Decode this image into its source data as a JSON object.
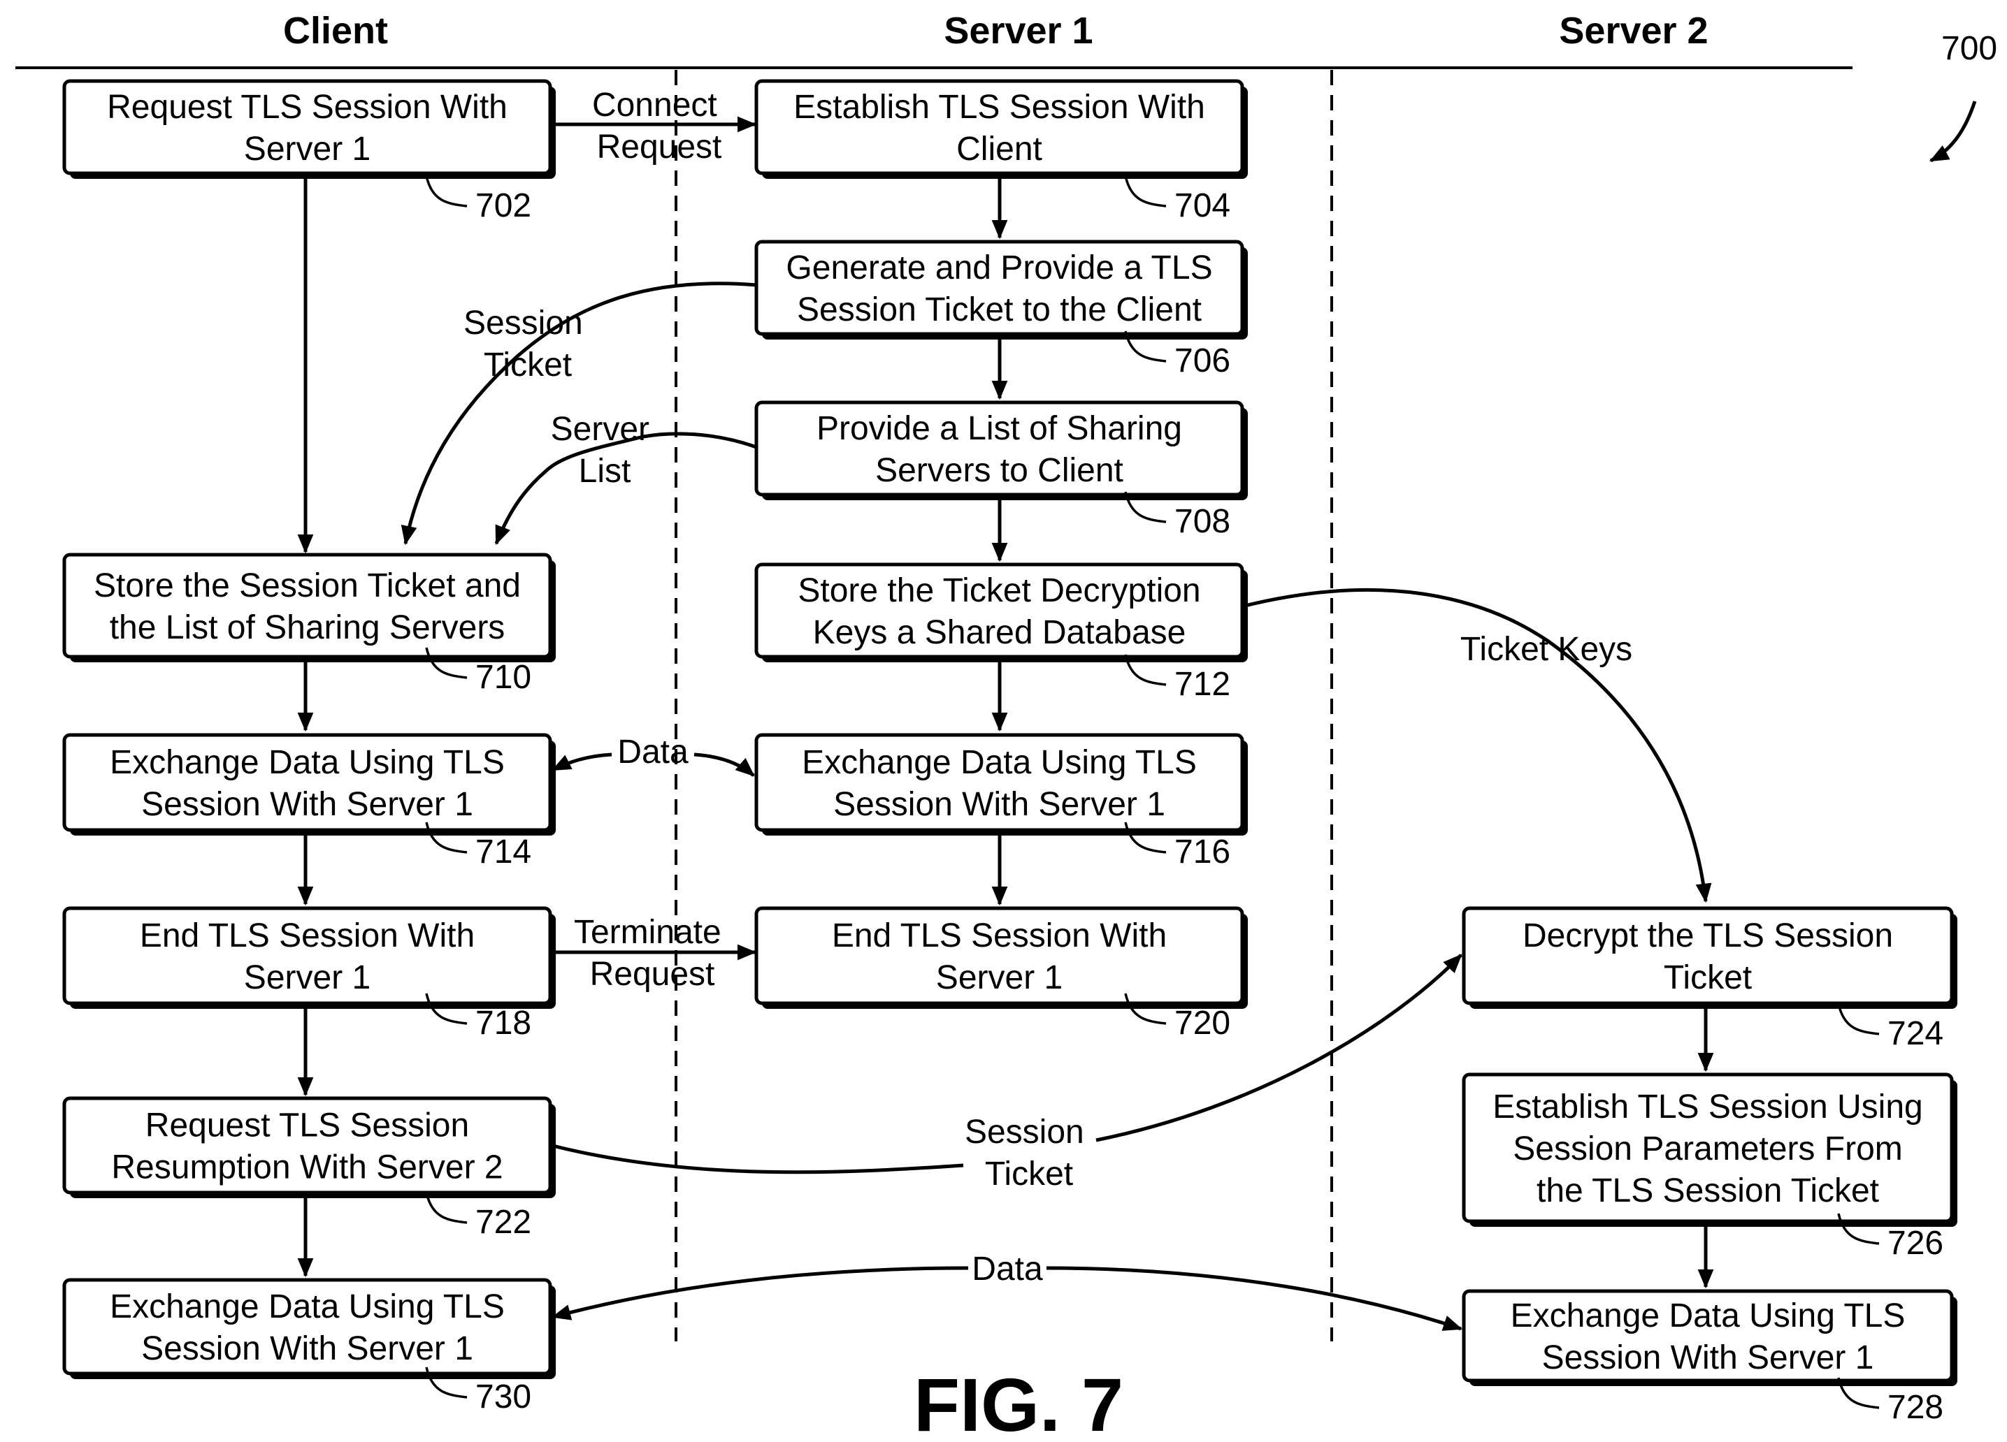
{
  "figure_number": "700",
  "figure_caption": "FIG. 7",
  "lanes": {
    "client": "Client",
    "server1": "Server 1",
    "server2": "Server 2"
  },
  "steps": [
    {
      "id": "702",
      "lines": [
        "Request TLS Session With",
        "Server 1"
      ]
    },
    {
      "id": "704",
      "lines": [
        "Establish TLS Session With",
        "Client"
      ]
    },
    {
      "id": "706",
      "lines": [
        "Generate and Provide a TLS",
        "Session Ticket to the Client"
      ]
    },
    {
      "id": "708",
      "lines": [
        "Provide a List of Sharing",
        "Servers to Client"
      ]
    },
    {
      "id": "710",
      "lines": [
        "Store the Session Ticket and",
        "the List of Sharing Servers"
      ]
    },
    {
      "id": "712",
      "lines": [
        "Store the Ticket Decryption",
        "Keys a Shared Database"
      ]
    },
    {
      "id": "714",
      "lines": [
        "Exchange Data Using TLS",
        "Session With Server 1"
      ]
    },
    {
      "id": "716",
      "lines": [
        "Exchange Data Using TLS",
        "Session With Server 1"
      ]
    },
    {
      "id": "718",
      "lines": [
        "End TLS Session With",
        "Server 1"
      ]
    },
    {
      "id": "720",
      "lines": [
        "End TLS Session With",
        "Server 1"
      ]
    },
    {
      "id": "722",
      "lines": [
        "Request TLS Session",
        "Resumption With Server 2"
      ]
    },
    {
      "id": "724",
      "lines": [
        "Decrypt the TLS Session",
        "Ticket"
      ]
    },
    {
      "id": "726",
      "lines": [
        "Establish TLS Session Using",
        "Session Parameters From",
        "the TLS Session Ticket"
      ]
    },
    {
      "id": "728",
      "lines": [
        "Exchange Data Using TLS",
        "Session With Server 1"
      ]
    },
    {
      "id": "730",
      "lines": [
        "Exchange Data Using TLS",
        "Session With Server 1"
      ]
    }
  ],
  "messages": {
    "connect_request": [
      "Connect",
      "Request"
    ],
    "session_ticket_1": [
      "Session",
      "Ticket"
    ],
    "server_list": [
      "Server",
      "List"
    ],
    "ticket_keys": [
      "Ticket Keys"
    ],
    "data_1": [
      "Data"
    ],
    "terminate_request": [
      "Terminate",
      "Request"
    ],
    "session_ticket_2": [
      "Session",
      "Ticket"
    ],
    "data_2": [
      "Data"
    ]
  }
}
